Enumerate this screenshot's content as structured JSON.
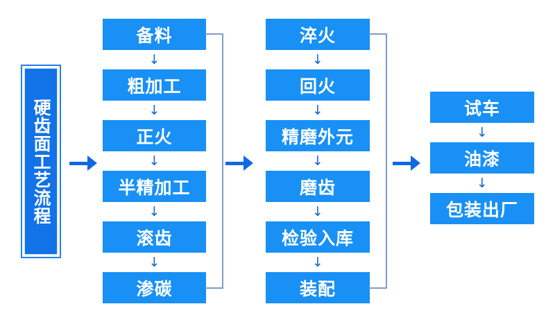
{
  "diagram": {
    "title_label": "硬齿面工艺流程",
    "colors": {
      "box_fill": "#1890f5",
      "plaque_fill": "#1272e8",
      "plaque_border": "#1f7ff0",
      "arrow": "#0f6ae0",
      "return_line": "#7f9cc4",
      "text": "#ffffff",
      "background": "#ffffff"
    },
    "down_arrow_glyph": "↓",
    "stages": [
      {
        "id": "stage-1",
        "steps": [
          "备料",
          "粗加工",
          "正火",
          "半精加工",
          "滚齿",
          "渗碳"
        ]
      },
      {
        "id": "stage-2",
        "steps": [
          "淬火",
          "回火",
          "精磨外元",
          "磨齿",
          "检验入库",
          "装配"
        ]
      },
      {
        "id": "stage-3",
        "steps": [
          "试车",
          "油漆",
          "包装出厂"
        ]
      }
    ]
  }
}
